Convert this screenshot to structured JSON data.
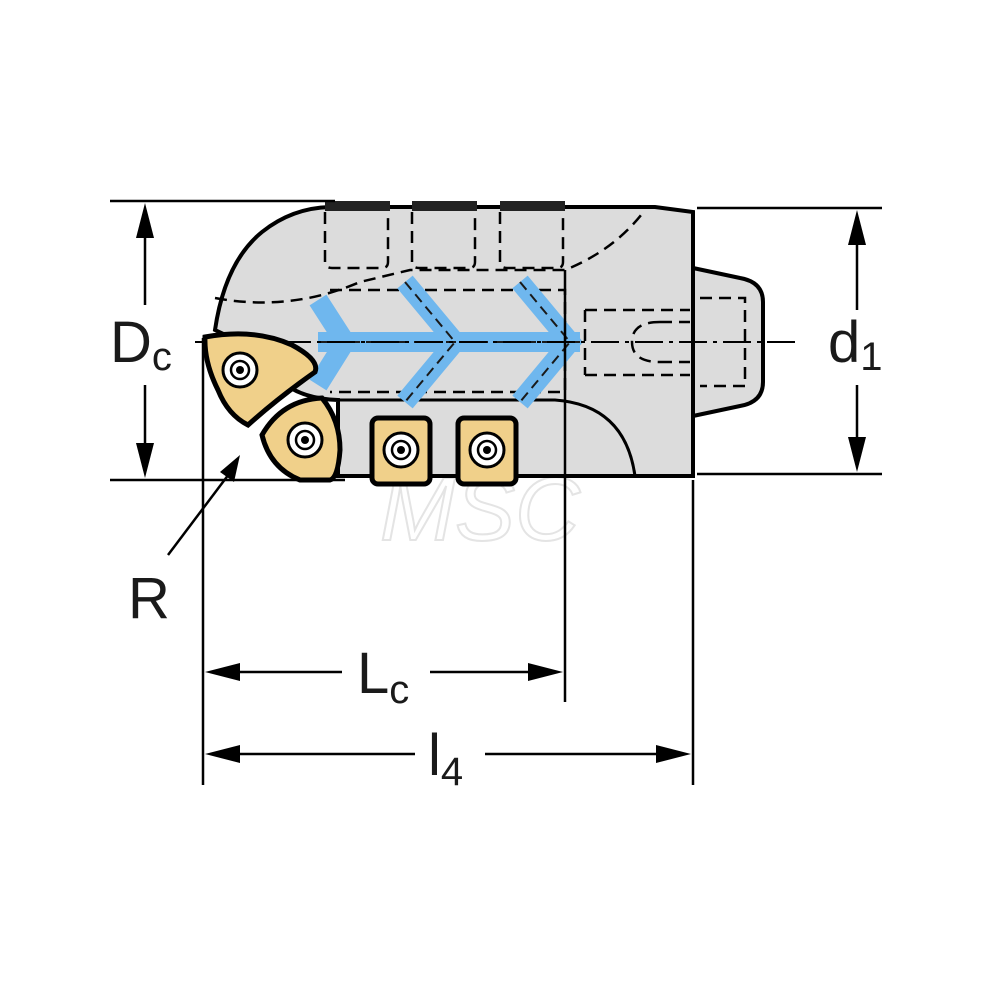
{
  "labels": {
    "dc": {
      "main": "D",
      "sub": "c"
    },
    "d1": {
      "main": "d",
      "sub": "1"
    },
    "r": "R",
    "lc": {
      "main": "L",
      "sub": "c"
    },
    "l4": {
      "main": "l",
      "sub": "4"
    }
  },
  "watermark": "MSC",
  "colors": {
    "body": "#dcdcdc",
    "outline": "#000000",
    "insert": "#f0d08a",
    "coolant": "#6fb7ee",
    "background": "#ffffff"
  }
}
